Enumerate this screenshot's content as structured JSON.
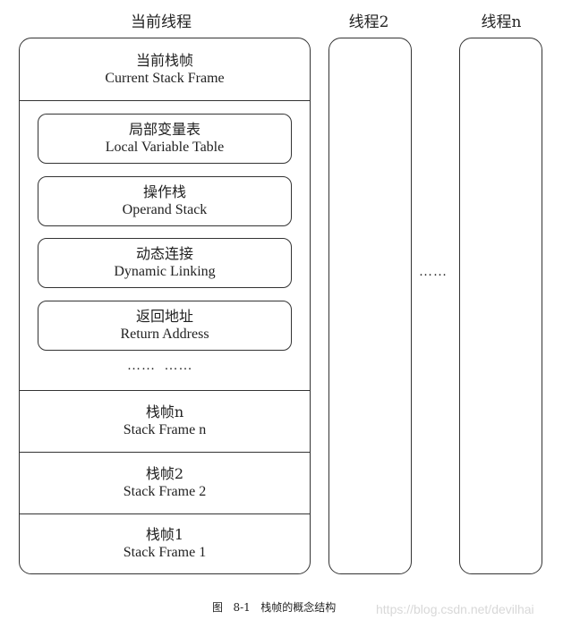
{
  "columns": {
    "current_thread": "当前线程",
    "thread_2": "线程2",
    "thread_n": "线程n"
  },
  "current_frame": {
    "title_cn": "当前栈帧",
    "title_en": "Current Stack Frame",
    "items": [
      {
        "cn": "局部变量表",
        "en": "Local Variable Table"
      },
      {
        "cn": "操作栈",
        "en": "Operand Stack"
      },
      {
        "cn": "动态连接",
        "en": "Dynamic Linking"
      },
      {
        "cn": "返回地址",
        "en": "Return Address"
      }
    ],
    "ellipsis": "……  ……"
  },
  "frames": [
    {
      "cn": "栈帧n",
      "en": "Stack Frame n"
    },
    {
      "cn": "栈帧2",
      "en": "Stack Frame 2"
    },
    {
      "cn": "栈帧1",
      "en": "Stack Frame 1"
    }
  ],
  "between_threads": "……",
  "caption": "图   8-1   栈帧的概念结构",
  "watermark": "https://blog.csdn.net/devilhai"
}
